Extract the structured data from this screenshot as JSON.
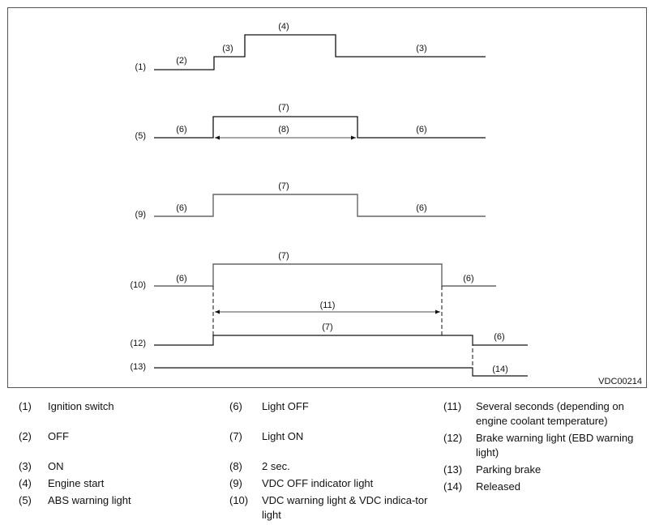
{
  "diagram": {
    "figure_id": "VDC00214",
    "row_labels": [
      "(1)",
      "(5)",
      "(9)",
      "(10)",
      "(12)",
      "(13)"
    ],
    "segment_labels": {
      "ignition_off": "(2)",
      "ignition_on_left": "(3)",
      "engine_start": "(4)",
      "ignition_on_right": "(3)",
      "abs_off_left": "(6)",
      "abs_on": "(7)",
      "abs_duration": "(8)",
      "abs_off_right": "(6)",
      "vdc_off_ind_off_left": "(6)",
      "vdc_off_ind_on": "(7)",
      "vdc_off_ind_off_right": "(6)",
      "vdc_warn_off_left": "(6)",
      "vdc_warn_on": "(7)",
      "vdc_warn_duration": "(11)",
      "vdc_warn_off_right": "(6)",
      "brake_on": "(7)",
      "brake_off_right": "(6)",
      "parking_released": "(14)"
    }
  },
  "legend": {
    "col1": [
      {
        "num": "(1)",
        "text": "Ignition switch"
      },
      {
        "num": "(2)",
        "text": "OFF"
      },
      {
        "num": "(3)",
        "text": "ON"
      },
      {
        "num": "(4)",
        "text": "Engine start"
      },
      {
        "num": "(5)",
        "text": "ABS warning light"
      }
    ],
    "col2": [
      {
        "num": "(6)",
        "text": "Light OFF"
      },
      {
        "num": "(7)",
        "text": "Light ON"
      },
      {
        "num": "(8)",
        "text": "2 sec."
      },
      {
        "num": "(9)",
        "text": "VDC OFF indicator light"
      },
      {
        "num": "(10)",
        "text": "VDC warning light & VDC indica-tor light"
      }
    ],
    "col3": [
      {
        "num": "(11)",
        "text": "Several seconds (depending on engine coolant temperature)"
      },
      {
        "num": "(12)",
        "text": "Brake warning light (EBD warning light)"
      },
      {
        "num": "(13)",
        "text": "Parking brake"
      },
      {
        "num": "(14)",
        "text": "Released"
      }
    ]
  }
}
